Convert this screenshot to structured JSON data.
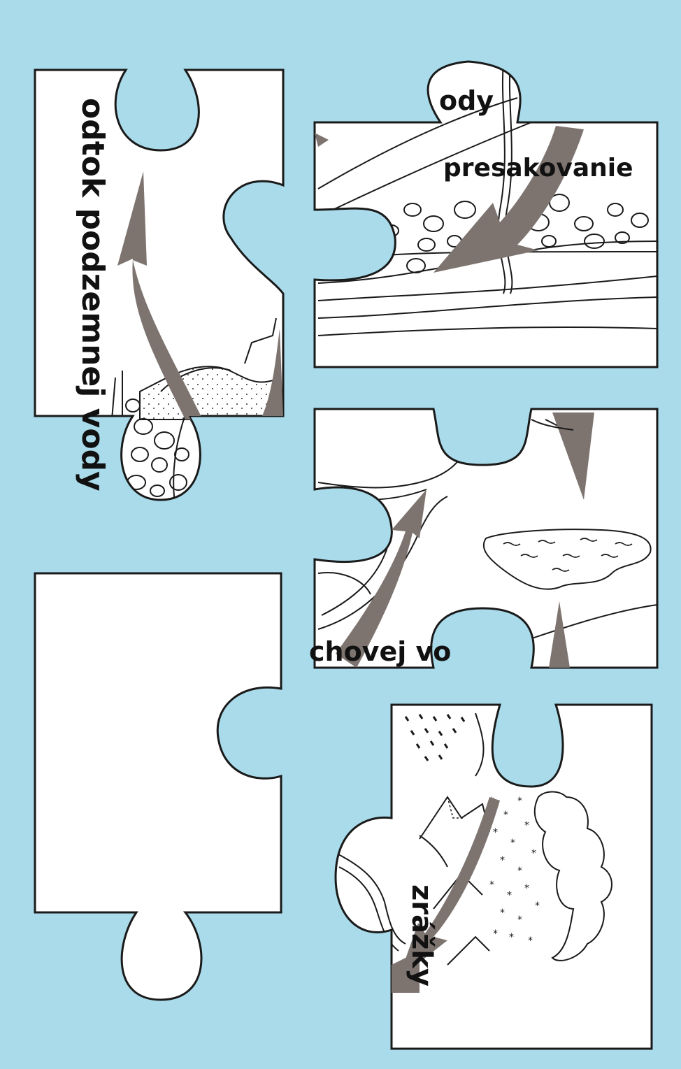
{
  "background_color": "#a9dbea",
  "piece_color": "#ffffff",
  "outline_color": "#1a1a1a",
  "arrow_color": "#7d7470",
  "pieces": [
    {
      "id": "top-left",
      "label": "odtok podzemnej vody"
    },
    {
      "id": "top-right",
      "label_top": "ody",
      "label_main": "presakovanie"
    },
    {
      "id": "mid-right",
      "label": "chovej vo"
    },
    {
      "id": "bottom-left",
      "label": ""
    },
    {
      "id": "bottom-right",
      "label": "zrážky"
    }
  ]
}
